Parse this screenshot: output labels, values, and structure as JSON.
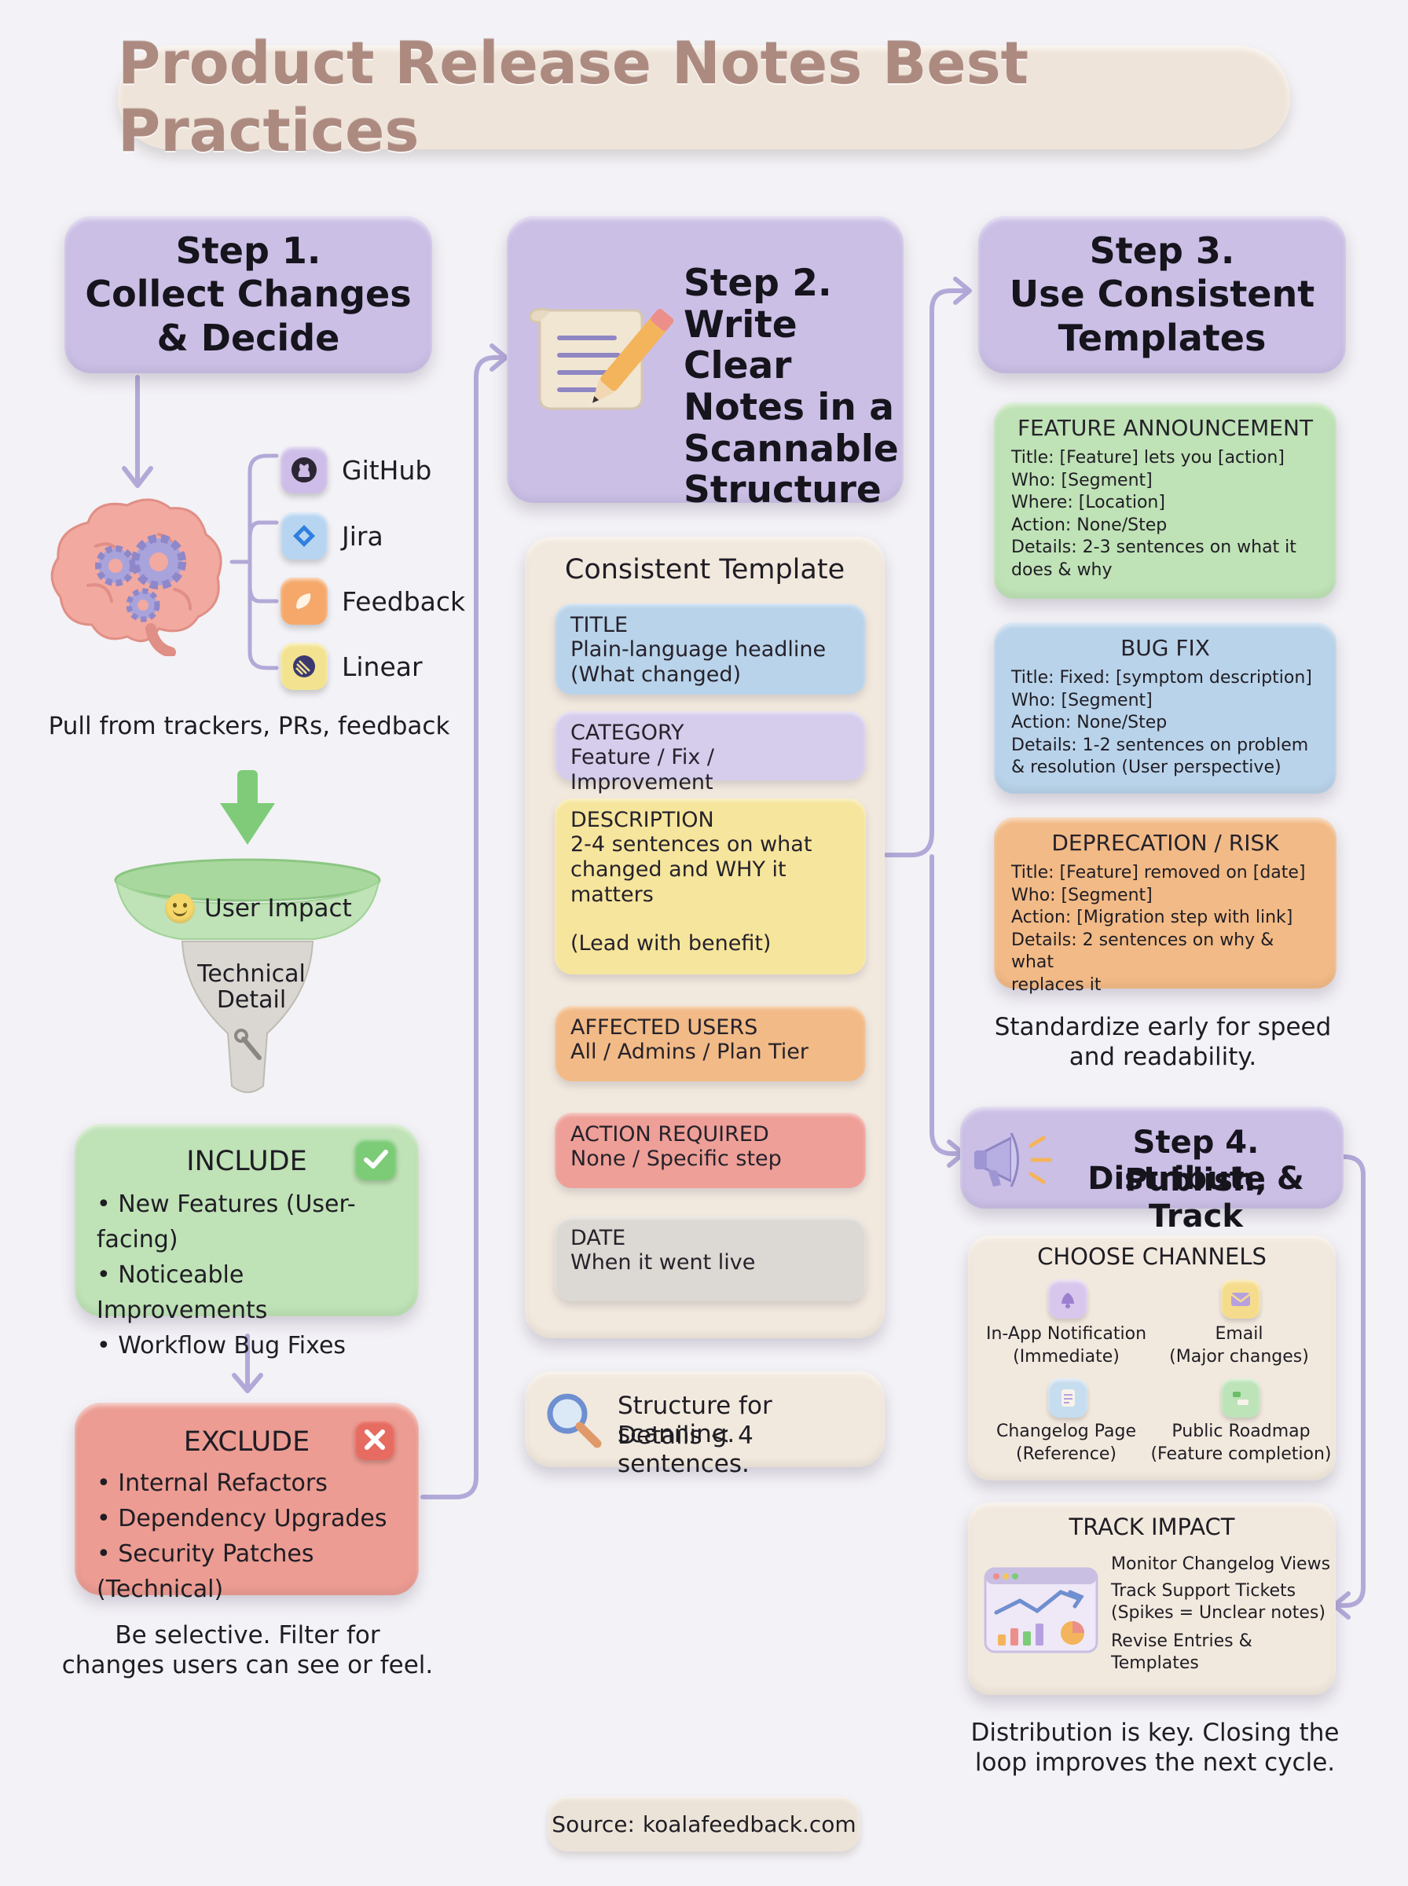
{
  "title": "Product Release Notes Best Practices",
  "step1": {
    "title_line1": "Step 1.",
    "title_line2": "Collect Changes",
    "title_line3": "& Decide",
    "sources": [
      {
        "label": "GitHub",
        "icon": "github-icon",
        "color": "#cdbde8"
      },
      {
        "label": "Jira",
        "icon": "jira-icon",
        "color": "#b7d4f0"
      },
      {
        "label": "Feedback",
        "icon": "feedback-icon",
        "color": "#f5a86a"
      },
      {
        "label": "Linear",
        "icon": "linear-icon",
        "color": "#f3e28f"
      }
    ],
    "pull_caption": "Pull from trackers, PRs, feedback",
    "funnel_top": "User Impact",
    "funnel_bottom_line1": "Technical",
    "funnel_bottom_line2": "Detail",
    "include": {
      "title": "INCLUDE",
      "items": [
        "New Features (User-facing)",
        "Noticeable Improvements",
        "Workflow Bug Fixes"
      ]
    },
    "exclude": {
      "title": "EXCLUDE",
      "items": [
        "Internal Refactors",
        "Dependency Upgrades",
        "Security Patches (Technical)"
      ]
    },
    "caption_line1": "Be selective. Filter for",
    "caption_line2": "changes users can see or feel."
  },
  "step2": {
    "title_lines": [
      "Step 2.",
      "Write Clear",
      "Notes in a",
      "Scannable",
      "Structure"
    ],
    "template_title": "Consistent Template",
    "blocks": [
      {
        "head": "TITLE",
        "body": [
          "Plain-language headline",
          "(What changed)"
        ]
      },
      {
        "head": "CATEGORY",
        "body": [
          "Feature / Fix / Improvement"
        ]
      },
      {
        "head": "DESCRIPTION",
        "body": [
          "2-4 sentences on what",
          "changed and WHY it",
          "matters",
          "",
          "(Lead with benefit)"
        ]
      },
      {
        "head": "AFFECTED USERS",
        "body": [
          "All / Admins / Plan Tier"
        ]
      },
      {
        "head": "ACTION REQUIRED",
        "body": [
          "None / Specific step"
        ]
      },
      {
        "head": "DATE",
        "body": [
          "When it went live"
        ]
      }
    ],
    "tip_line1": "Structure for scanning.",
    "tip_line2": "Details < 4 sentences."
  },
  "step3": {
    "title_line1": "Step 3.",
    "title_line2": "Use Consistent",
    "title_line3": "Templates",
    "templates": [
      {
        "head": "FEATURE ANNOUNCEMENT",
        "lines": [
          "Title: [Feature] lets you [action]",
          "Who: [Segment]",
          "Where: [Location]",
          "Action: None/Step",
          "Details: 2-3 sentences on what it",
          "does & why"
        ]
      },
      {
        "head": "BUG FIX",
        "lines": [
          "Title: Fixed: [symptom description]",
          "Who: [Segment]",
          "Action: None/Step",
          "Details: 1-2 sentences on problem",
          "& resolution (User perspective)"
        ]
      },
      {
        "head": "DEPRECATION / RISK",
        "lines": [
          "Title: [Feature] removed on [date]",
          "Who: [Segment]",
          "Action: [Migration step with link]",
          "Details: 2 sentences on why & what",
          "replaces it"
        ]
      }
    ],
    "caption_line1": "Standardize early for speed",
    "caption_line2": "and readability."
  },
  "step4": {
    "title_line1": "Step 4. Publish,",
    "title_line2": "Distribute & Track",
    "channels_title": "CHOOSE CHANNELS",
    "channels": [
      {
        "line1": "In-App Notification",
        "line2": "(Immediate)",
        "icon": "bell-icon",
        "color": "#d9c6ec"
      },
      {
        "line1": "Email",
        "line2": "(Major changes)",
        "icon": "envelope-icon",
        "color": "#f5dc8c"
      },
      {
        "line1": "Changelog Page",
        "line2": "(Reference)",
        "icon": "document-icon",
        "color": "#c6dcef"
      },
      {
        "line1": "Public Roadmap",
        "line2": "(Feature completion)",
        "icon": "roadmap-icon",
        "color": "#bde3b8"
      }
    ],
    "track_title": "TRACK IMPACT",
    "track_lines": [
      "Monitor Changelog Views",
      "Track Support Tickets",
      "(Spikes = Unclear notes)",
      "Revise Entries &",
      "Templates"
    ],
    "caption_line1": "Distribution is key. Closing the",
    "caption_line2": "loop improves the next cycle."
  },
  "source_label": "Source:",
  "source_value": "koalafeedback.com",
  "colors": {
    "connector": "#b3a9d8",
    "green_arrow": "#7fcb7a",
    "title_text": "#ad8a80"
  }
}
